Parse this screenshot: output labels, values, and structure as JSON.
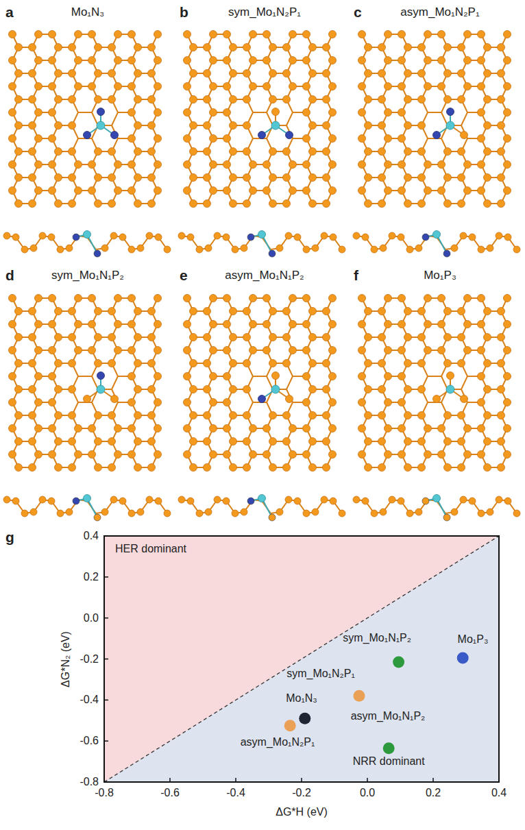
{
  "diagram": {
    "labels": [
      "a",
      "Mo₁N₃",
      "b",
      "sym_Mo₁N₂P₁",
      "c",
      "asym_Mo₁N₂P₁",
      "d",
      "sym_Mo₁N₁P₂",
      "e",
      "asym_Mo₁N₁P₂",
      "f",
      "Mo₁P₃",
      "g",
      "HER dominant",
      "NRR dominant",
      "0.4",
      "0.2",
      "0.0",
      "-0.2",
      "-0.4",
      "-0.6",
      "-0.8",
      "-0.8",
      "-0.6",
      "-0.4",
      "-0.2",
      "0.0",
      "0.2",
      "0.4",
      "ΔG*N₂ (eV)",
      "ΔG*H (eV)",
      "Mo₁P₃",
      "sym_Mo₁N₁P₂",
      "sym_Mo₁N₂P₁",
      "Mo₁N₃",
      "asym_Mo₁N₂P₁",
      "asym_Mo₁N₁P₂"
    ]
  }
}
